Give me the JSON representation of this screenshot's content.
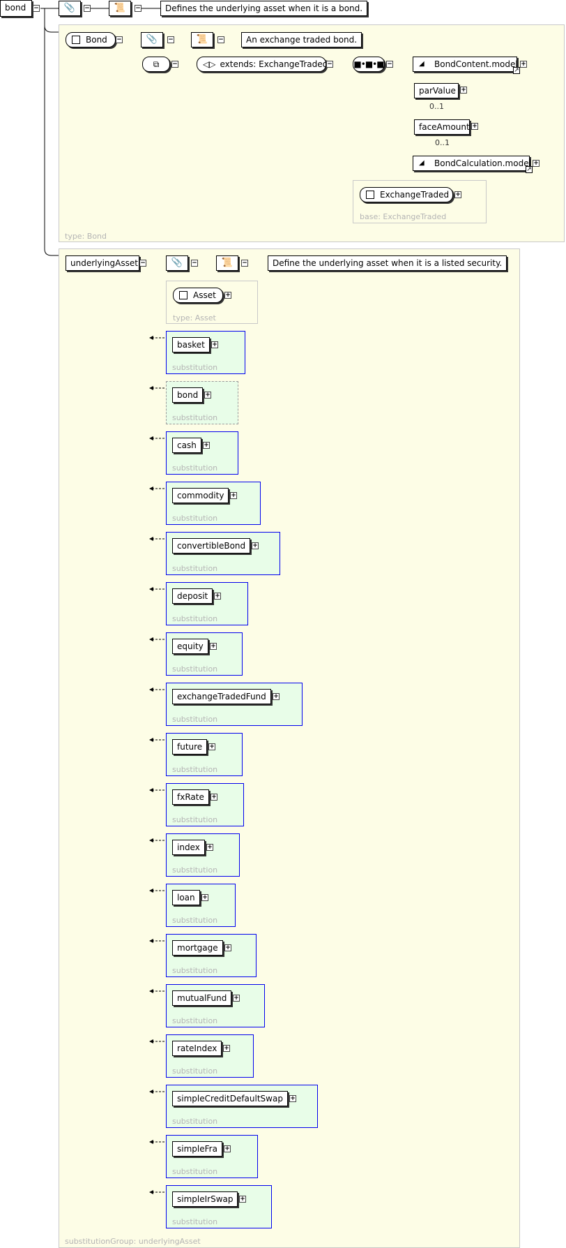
{
  "root": {
    "label": "bond",
    "doc": "Defines the underlying asset when it is a bond."
  },
  "bond_type": {
    "name": "Bond",
    "doc": "An exchange traded bond.",
    "extends": "extends: ExchangeTraded",
    "panel_label": "type: Bond",
    "children": [
      {
        "label": "BondContent.model",
        "occurs": ""
      },
      {
        "label": "parValue",
        "occurs": "0..1"
      },
      {
        "label": "faceAmount",
        "occurs": "0..1"
      },
      {
        "label": "BondCalculation.model",
        "occurs": ""
      }
    ],
    "base": {
      "name": "ExchangeTraded",
      "label": "base: ExchangeTraded"
    }
  },
  "underlying": {
    "label": "underlyingAsset",
    "doc": "Define the underlying asset when it is a listed security.",
    "type": {
      "name": "Asset",
      "label": "type: Asset"
    },
    "panel_label": "substitutionGroup: underlyingAsset",
    "substitution_label": "substitution",
    "substitutions": [
      {
        "label": "basket"
      },
      {
        "label": "bond"
      },
      {
        "label": "cash"
      },
      {
        "label": "commodity"
      },
      {
        "label": "convertibleBond"
      },
      {
        "label": "deposit"
      },
      {
        "label": "equity"
      },
      {
        "label": "exchangeTradedFund"
      },
      {
        "label": "future"
      },
      {
        "label": "fxRate"
      },
      {
        "label": "index"
      },
      {
        "label": "loan"
      },
      {
        "label": "mortgage"
      },
      {
        "label": "mutualFund"
      },
      {
        "label": "rateIndex"
      },
      {
        "label": "simpleCreditDefaultSwap"
      },
      {
        "label": "simpleFra"
      },
      {
        "label": "simpleIrSwap"
      }
    ]
  },
  "icons": {
    "annotation": "paperclip-icon",
    "documentation": "scroll-icon",
    "sequence": "sequence-icon",
    "complex": "complex-type-icon",
    "collapse": "minus-box-icon",
    "expand": "plus-box-icon",
    "reference": "arrow-reference-icon"
  },
  "colors": {
    "panel_bg": "#fdfde6",
    "substitution_bg": "#e8fde8",
    "substitution_border": "#0000ee",
    "muted_text": "#b4b4b4"
  }
}
